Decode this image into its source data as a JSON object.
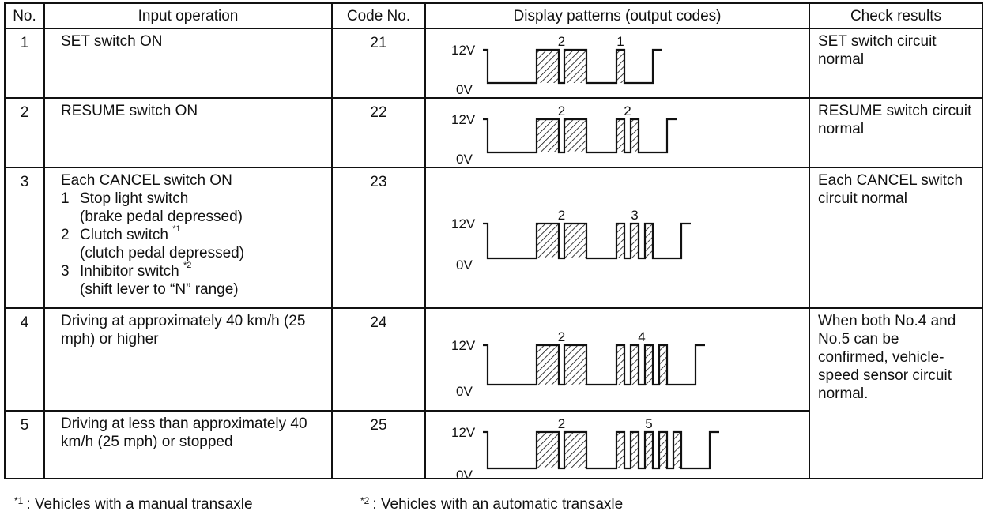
{
  "headers": {
    "no": "No.",
    "input": "Input operation",
    "code": "Code No.",
    "display": "Display patterns (output codes)",
    "check": "Check results"
  },
  "voltage": {
    "high": "12V",
    "low": "0V"
  },
  "rows": [
    {
      "no": "1",
      "operation": "SET switch ON",
      "code": "21",
      "digits": {
        "first": "2",
        "second": "1"
      },
      "pulses": {
        "first": 2,
        "second": 1
      },
      "result": "SET switch circuit normal"
    },
    {
      "no": "2",
      "operation": "RESUME switch ON",
      "code": "22",
      "digits": {
        "first": "2",
        "second": "2"
      },
      "pulses": {
        "first": 2,
        "second": 2
      },
      "result": "RESUME switch circuit normal"
    },
    {
      "no": "3",
      "operation": "Each CANCEL switch ON",
      "sub_items": [
        {
          "num": "1",
          "label": "Stop light switch",
          "mark": "",
          "note": "(brake pedal depressed)"
        },
        {
          "num": "2",
          "label": "Clutch switch",
          "mark": "*1",
          "note": "(clutch pedal depressed)"
        },
        {
          "num": "3",
          "label": "Inhibitor switch",
          "mark": "*2",
          "note": "(shift lever to “N” range)"
        }
      ],
      "code": "23",
      "digits": {
        "first": "2",
        "second": "3"
      },
      "pulses": {
        "first": 2,
        "second": 3
      },
      "result": "Each CANCEL switch circuit normal"
    },
    {
      "no": "4",
      "operation": "Driving at approximately 40 km/h (25 mph) or higher",
      "code": "24",
      "digits": {
        "first": "2",
        "second": "4"
      },
      "pulses": {
        "first": 2,
        "second": 4
      },
      "result": "When both No.4 and No.5 can be confirmed, vehicle-speed sensor circuit normal."
    },
    {
      "no": "5",
      "operation": "Driving at less than approximately 40 km/h (25 mph) or stopped",
      "code": "25",
      "digits": {
        "first": "2",
        "second": "5"
      },
      "pulses": {
        "first": 2,
        "second": 5
      },
      "result": ""
    }
  ],
  "footnotes": [
    {
      "mark": "*1",
      "text": ": Vehicles with a manual transaxle"
    },
    {
      "mark": "*2",
      "text": ": Vehicles with an automatic transaxle"
    }
  ]
}
